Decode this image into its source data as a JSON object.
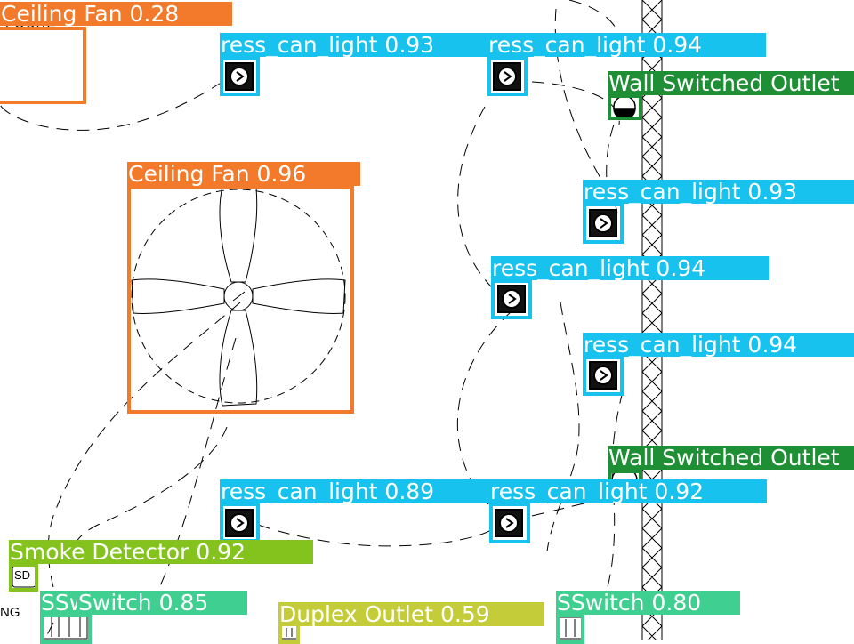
{
  "colors": {
    "ceiling_fan": "#f47a2b",
    "recess_can_light": "#18c2ee",
    "wall_switched_outlet": "#1e8f34",
    "smoke_detector": "#84c31e",
    "switch": "#3fcf90",
    "duplex_outlet": "#c4cc3a",
    "background": "#ffffff",
    "plan_lines": "#000000"
  },
  "plan_text": {
    "top_left_label": "FOURE",
    "bottom_left_label": "NG",
    "smoke_detector_symbol": "SD"
  },
  "detections": [
    {
      "label": "Ceiling Fan 0.28",
      "class": "ceiling_fan"
    },
    {
      "label": "ress_can_light 0.93",
      "class": "recess_can_light"
    },
    {
      "label": "ress_can_light 0.94",
      "class": "recess_can_light"
    },
    {
      "label": "Wall Switched Outlet",
      "class": "wall_switched_outlet"
    },
    {
      "label": "Ceiling Fan 0.96",
      "class": "ceiling_fan"
    },
    {
      "label": "ress_can_light 0.93",
      "class": "recess_can_light"
    },
    {
      "label": "ress_can_light 0.94",
      "class": "recess_can_light"
    },
    {
      "label": "ress_can_light 0.94",
      "class": "recess_can_light"
    },
    {
      "label": "Wall Switched Outlet",
      "class": "wall_switched_outlet"
    },
    {
      "label": "ress_can_light 0.89",
      "class": "recess_can_light"
    },
    {
      "label": "ress_can_light 0.92",
      "class": "recess_can_light"
    },
    {
      "label": "Smoke Detector 0.92",
      "class": "smoke_detector"
    },
    {
      "label": "SSwitch 0.85",
      "class": "switch"
    },
    {
      "label": "Switch 0.85",
      "class": "switch"
    },
    {
      "label": "SSwitch 0.80",
      "class": "switch"
    },
    {
      "label": "Duplex Outlet 0.59",
      "class": "duplex_outlet"
    }
  ]
}
